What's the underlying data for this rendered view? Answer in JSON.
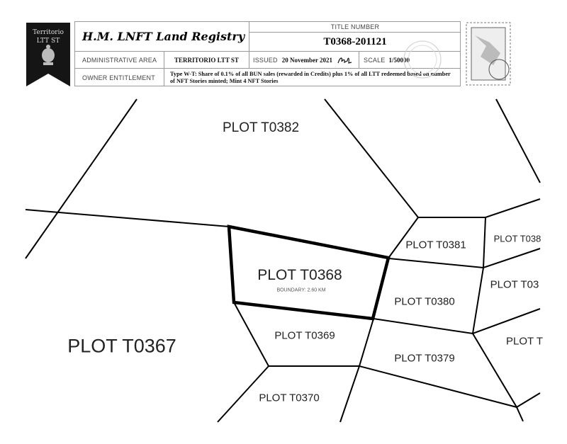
{
  "badge": {
    "line1": "Territorio",
    "line2": "LTT ST"
  },
  "header": {
    "registry_title": "H.M. LNFT Land Registry",
    "title_number_label": "TITLE NUMBER",
    "title_number": "T0368-201121",
    "admin_area_label": "ADMINISTRATIVE AREA",
    "admin_area": "TERRITORIO LTT ST",
    "issued_label": "ISSUED",
    "issued": "20 November 2021",
    "scale_label": "SCALE",
    "scale": "1/50000",
    "owner_label": "OWNER ENTITLEMENT",
    "owner_text": "Type W-T: Share of 0.1% of all BUN sales (rewarded in Credits) plus 1% of all LTT redeemed based on number of NFT Stories minted; Mint 4 NFT Stories"
  },
  "map": {
    "main_plot": "PLOT T0368",
    "boundary": "BOUNDARY: 2.60 KM",
    "plots": [
      "PLOT T0382",
      "PLOT T0381",
      "PLOT T038",
      "PLOT T03",
      "PLOT T0380",
      "PLOT T0369",
      "PLOT T0367",
      "PLOT T0379",
      "PLOT T",
      "PLOT T0370"
    ]
  }
}
